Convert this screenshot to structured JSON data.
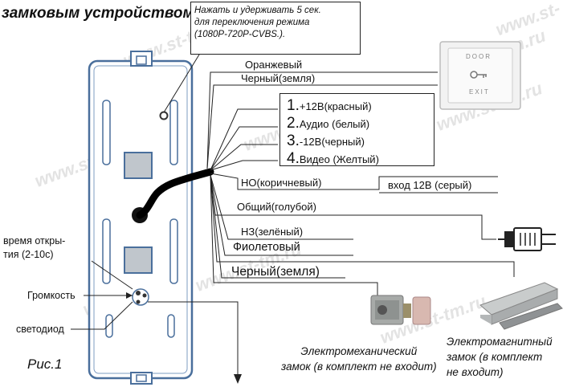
{
  "heading": "замковым устройством.",
  "callout": {
    "lines": [
      "Нажать и удерживать 5 сек.",
      "для переключения режима",
      "(1080P-720P-CVBS.)."
    ]
  },
  "watermark": "www.st-tm.ru",
  "wires": {
    "orange": "Оранжевый",
    "black_ground": "Черный(земля)",
    "no_brown": "НО(коричневый)",
    "input_12v": "вход 12В (серый)",
    "common_blue": "Общий(голубой)",
    "nc_green": "НЗ(зелёный)",
    "violet": "Фиолетовый",
    "black_ground_2": "Черный(земля)"
  },
  "connector": {
    "items": [
      {
        "num": "1.",
        "label": "+12В(красный)"
      },
      {
        "num": "2.",
        "label": "Аудио (белый)"
      },
      {
        "num": "3.",
        "label": "-12В(черный)"
      },
      {
        "num": "4.",
        "label": "Видео (Желтый)"
      }
    ]
  },
  "exit_button": {
    "top_text": "DOOR",
    "bottom_text": "EXIT"
  },
  "left_labels": {
    "open_time": "время откры-\nтия (2-10с)",
    "volume": "Громкость",
    "led": "светодиод"
  },
  "figure_label": "Рис.1",
  "captions": {
    "electromechanical": "Электромеханический\nзамок (в комплект не входит)",
    "electromagnetic": "Электромагнитный\nзамок (в комплект\nне входит)"
  }
}
